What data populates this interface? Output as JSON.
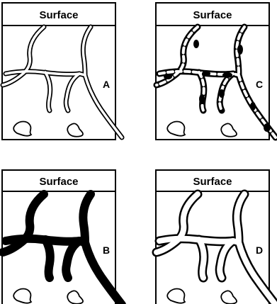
{
  "panels": [
    {
      "id": "A",
      "header": "Surface",
      "label": "A"
    },
    {
      "id": "B",
      "header": "Surface",
      "label": "B"
    },
    {
      "id": "C",
      "header": "Surface",
      "label": "C"
    },
    {
      "id": "D",
      "header": "Surface",
      "label": "D"
    }
  ]
}
